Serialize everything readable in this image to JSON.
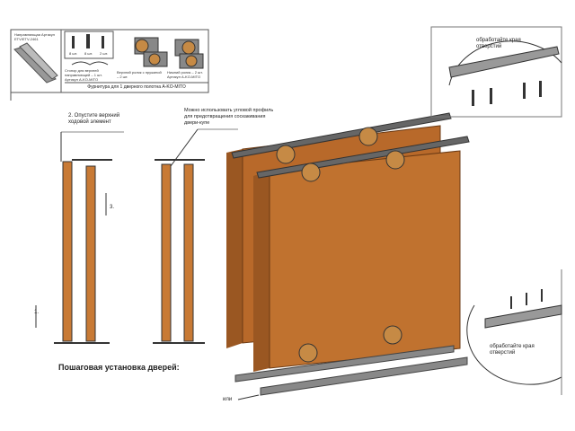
{
  "kit": {
    "rail_label": "Направляющая Артикул ETV/ETV-2461",
    "screw_counts": [
      "8 шт.",
      "8 шт.",
      "2 шт."
    ],
    "stopper_label": "Стопор для верхней направляющей – 1 шт. Артикул A-KO-MITO",
    "upper_roller_label": "Верхний ролик с пружиной – 2 шт.",
    "lower_roller_label": "Нижний ролик – 2 шт. Артикул A-KO-MITO",
    "caption": "Фурнитура для 1 дверного полотна A-KO-MITO"
  },
  "steps": {
    "step1": "1.",
    "step2": "2. Опустите верхний ходовой элемент",
    "step3": "3.",
    "corner_note": "Можно использовать угловой профиль для предотвращения соскакивания двери-купе",
    "title": "Пошаговая установка дверей:"
  },
  "details": {
    "top_note": "обработайте края отверстий",
    "bottom_note": "обработайте края отверстий",
    "or_label": "или"
  },
  "colors": {
    "wood": "#b8692a",
    "metal": "#8a8a8a"
  }
}
